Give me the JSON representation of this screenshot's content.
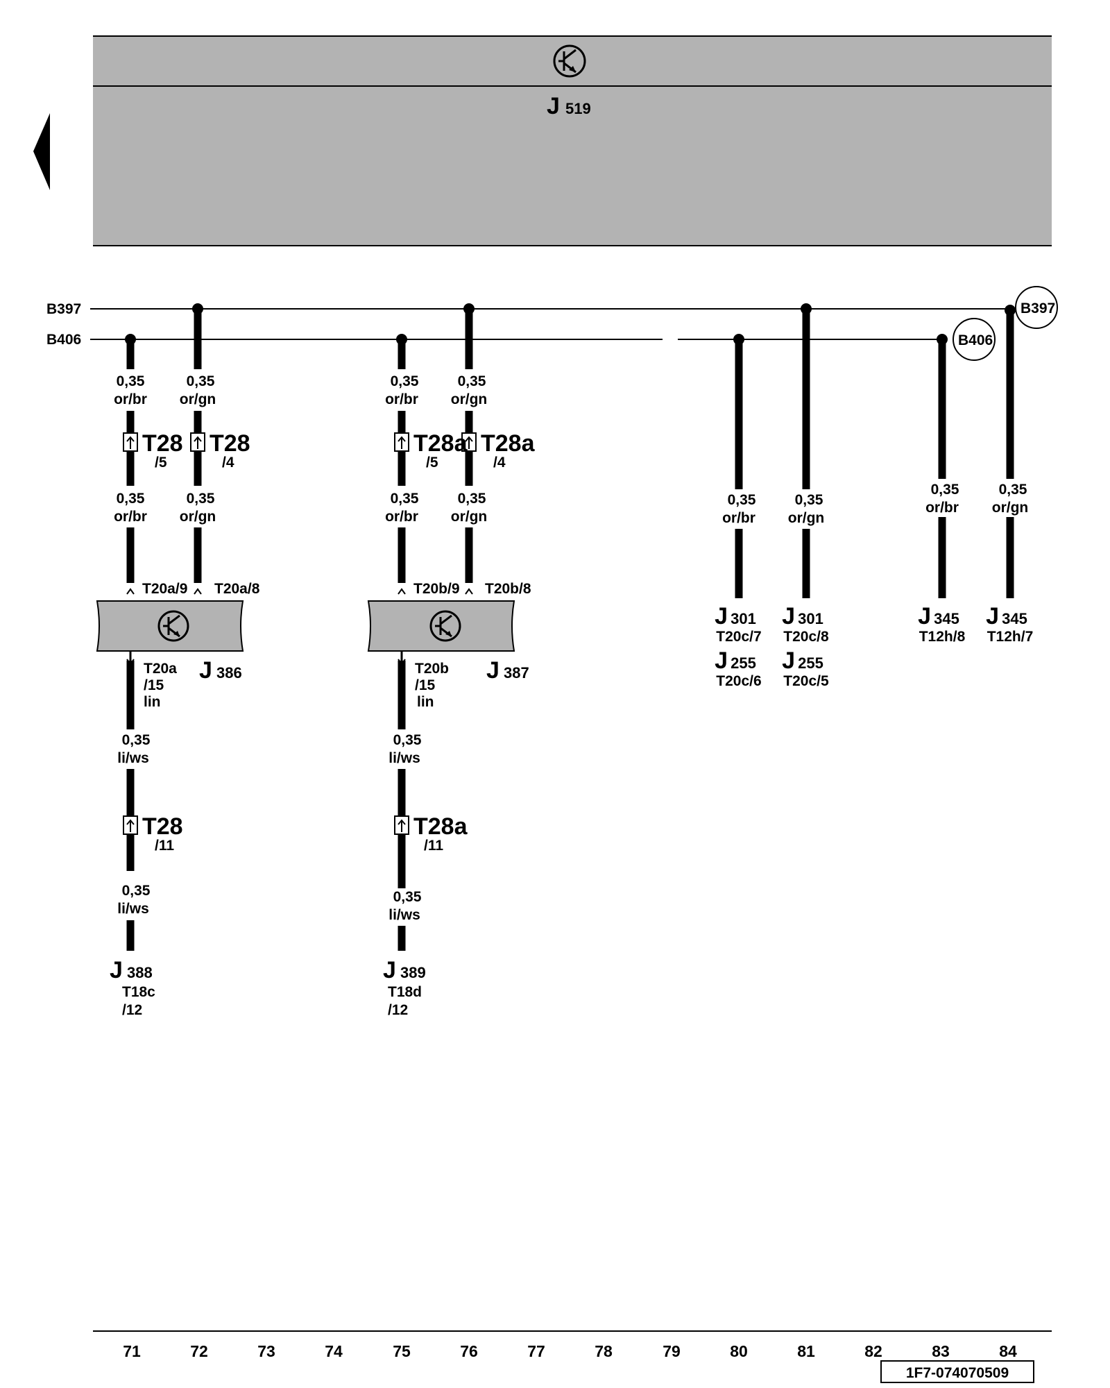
{
  "bus": {
    "b397": {
      "label": "B397",
      "end_label": "B397"
    },
    "b406": {
      "label": "B406",
      "end_label": "B406"
    }
  },
  "top_module": {
    "letter": "J",
    "number": "519"
  },
  "wire": {
    "size": "0,35",
    "or_br": "or/br",
    "or_gn": "or/gn",
    "li_ws": "li/ws"
  },
  "connectors": {
    "t28": "T28",
    "t28a": "T28a",
    "pin5": "/5",
    "pin4": "/4",
    "pin11": "/11"
  },
  "modules": {
    "j386": {
      "letter": "J",
      "number": "386",
      "pin_left": "T20a/9",
      "pin_right": "T20a/8",
      "out_a": "T20a",
      "out_b": "/15",
      "out_c": "lin"
    },
    "j387": {
      "letter": "J",
      "number": "387",
      "pin_left": "T20b/9",
      "pin_right": "T20b/8",
      "out_a": "T20b",
      "out_b": "/15",
      "out_c": "lin"
    }
  },
  "endpoints": {
    "j388": {
      "letter": "J",
      "number": "388",
      "a": "T18c",
      "b": "/12"
    },
    "j389": {
      "letter": "J",
      "number": "389",
      "a": "T18d",
      "b": "/12"
    },
    "j301": {
      "letter": "J",
      "number": "301",
      "pin_a": "T20c/7",
      "pin_b": "T20c/8"
    },
    "j255": {
      "letter": "J",
      "number": "255",
      "pin_a": "T20c/6",
      "pin_b": "T20c/5"
    },
    "j345": {
      "letter": "J",
      "number": "345",
      "pin_a": "T12h/8",
      "pin_b": "T12h/7"
    }
  },
  "columns": [
    "71",
    "72",
    "73",
    "74",
    "75",
    "76",
    "77",
    "78",
    "79",
    "80",
    "81",
    "82",
    "83",
    "84"
  ],
  "doc_id": "1F7-074070509",
  "colors": {
    "module_fill": "#b3b3b3",
    "line": "#000000"
  }
}
